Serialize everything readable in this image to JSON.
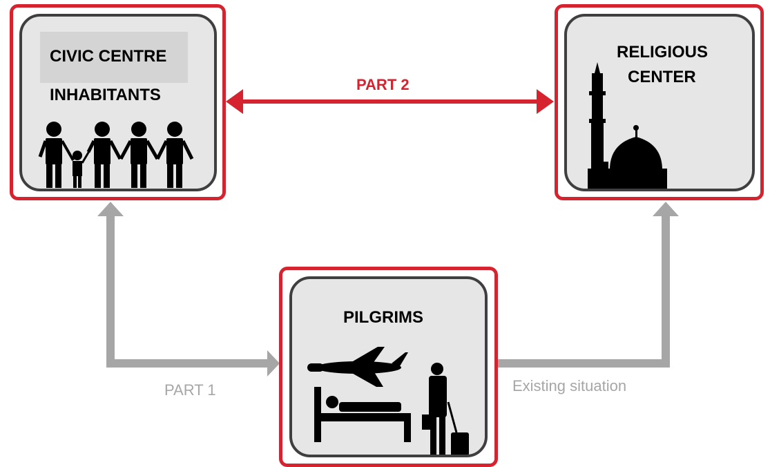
{
  "nodes": {
    "civic": {
      "line1": "CIVIC CENTRE",
      "line2": "INHABITANTS",
      "icon": "people-family-icon"
    },
    "religious": {
      "line1": "RELIGIOUS",
      "line2": "CENTER",
      "icon": "mosque-icon"
    },
    "pilgrims": {
      "label": "PILGRIMS",
      "icons": [
        "airplane-icon",
        "bed-icon",
        "traveler-luggage-icon"
      ]
    }
  },
  "edges": {
    "part2": {
      "label": "PART 2",
      "color": "#d5232f"
    },
    "part1": {
      "label": "PART 1",
      "color": "#a6a6a6"
    },
    "existing": {
      "label": "Existing situation",
      "color": "#a6a6a6"
    }
  },
  "colors": {
    "frame": "#d5232f",
    "card_border": "#3f3f3f",
    "card_fill": "#e6e6e6",
    "gray_arrow": "#a6a6a6"
  }
}
